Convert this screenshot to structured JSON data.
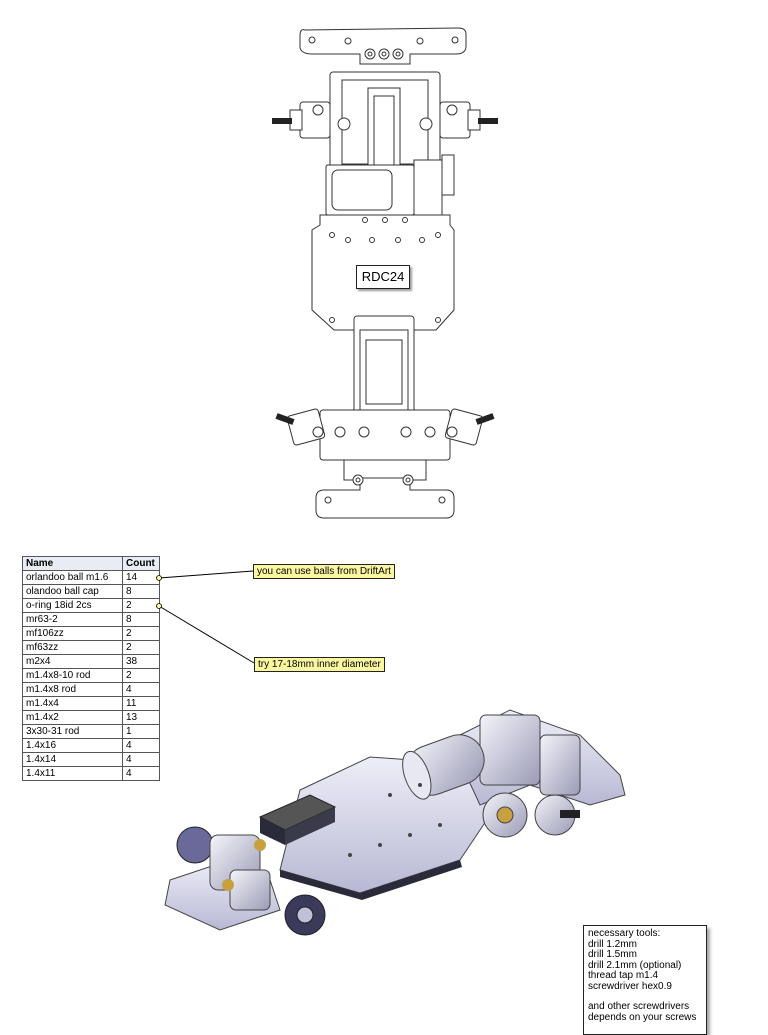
{
  "model_label": "RDC24",
  "parts_table": {
    "headers": [
      "Name",
      "Count"
    ],
    "rows": [
      [
        "orlandoo ball m1.6",
        "14"
      ],
      [
        "olandoo ball cap",
        "8"
      ],
      [
        "o-ring 18id 2cs",
        "2"
      ],
      [
        "mr63-2",
        "8"
      ],
      [
        "mf106zz",
        "2"
      ],
      [
        "mf63zz",
        "2"
      ],
      [
        "m2x4",
        "38"
      ],
      [
        "m1.4x8-10 rod",
        "2"
      ],
      [
        "m1.4x8 rod",
        "4"
      ],
      [
        "m1.4x4",
        "11"
      ],
      [
        "m1.4x2",
        "13"
      ],
      [
        "3x30-31 rod",
        "1"
      ],
      [
        "1.4x16",
        "4"
      ],
      [
        "1.4x14",
        "4"
      ],
      [
        "1.4x11",
        "4"
      ]
    ]
  },
  "callouts": {
    "balls": "you can use balls from DriftArt",
    "oring": "try 17-18mm inner diameter"
  },
  "tools_note": {
    "lines": [
      "necessary tools:",
      "drill 1.2mm",
      "drill 1.5mm",
      "drill 2.1mm (optional)",
      "thread tap m1.4",
      "screwdriver hex0.9"
    ],
    "footer_lines": [
      "and other screwdrivers",
      "depends on your screws"
    ]
  },
  "colors": {
    "callout_bg": "#fbf7a0",
    "table_header_bg": "#e8ecf5",
    "part_lavender": "#d8d8ee",
    "part_dark": "#2a2a3a"
  }
}
